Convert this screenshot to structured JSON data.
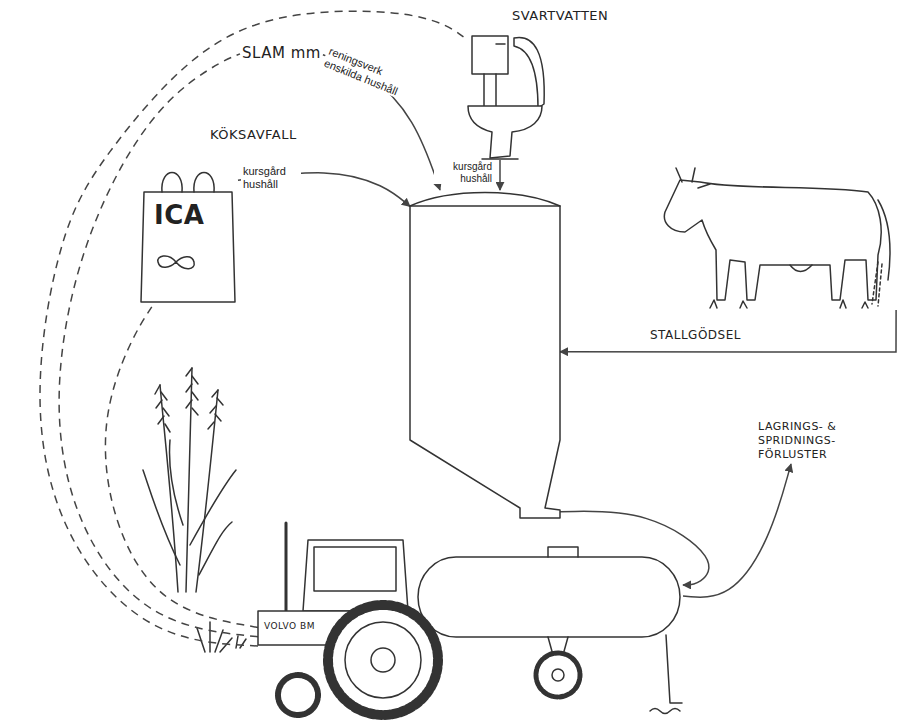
{
  "diagram": {
    "nodes": [
      {
        "text": [
          "SVARTVATTEN"
        ]
      },
      {
        "text": [
          "SLAM mm"
        ]
      },
      {
        "text": [
          "KÖKSAVFALL",
          "ICA"
        ]
      },
      {
        "text": []
      },
      {
        "text": [
          "STALLGÖDSEL"
        ]
      },
      {
        "text": [
          "VOLVO BM"
        ]
      },
      {
        "text": [
          "LAGRINGS- & SPRIDNINGS- FÖRLUSTER"
        ]
      }
    ],
    "edges": [
      {
        "from": 1,
        "to": 3,
        "arrow": "to",
        "label": "reningsverk enskilda hushåll"
      },
      {
        "from": 2,
        "to": 3,
        "arrow": "to",
        "label": "kursgård hushåll"
      },
      {
        "from": 0,
        "to": 3,
        "arrow": "to",
        "label": "kursgård hushåll"
      },
      {
        "from": 4,
        "to": 3,
        "arrow": "to"
      },
      {
        "from": 3,
        "to": 5,
        "arrow": "to"
      },
      {
        "from": 5,
        "to": 6,
        "arrow": "to"
      },
      {
        "from": 5,
        "to": 0,
        "arrow": "none"
      },
      {
        "from": 5,
        "to": 1,
        "arrow": "none"
      },
      {
        "from": 5,
        "to": 2,
        "arrow": "none"
      }
    ]
  }
}
